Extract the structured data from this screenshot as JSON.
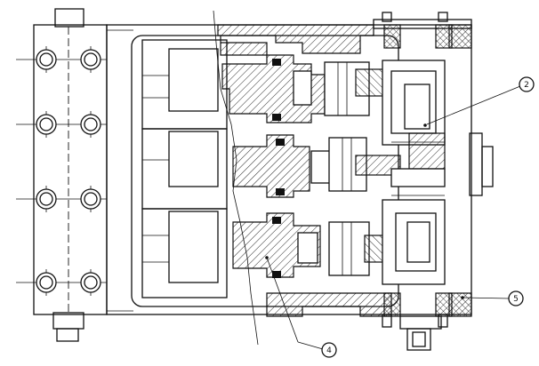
{
  "callouts": [
    {
      "label": "2"
    },
    {
      "label": "4"
    },
    {
      "label": "5"
    }
  ]
}
